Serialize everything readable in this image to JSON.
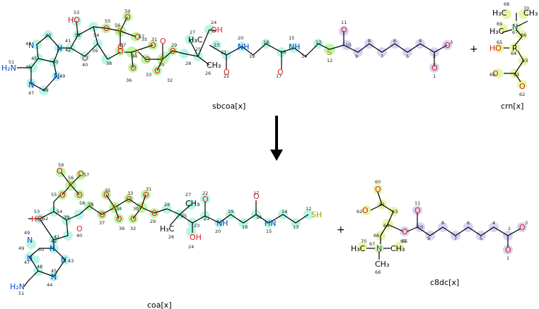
{
  "captions": {
    "sbcoa": "sbcoa[x]",
    "crn": "crn[x]",
    "coa": "coa[x]",
    "c8dc": "c8dc[x]"
  },
  "operators": {
    "plus_top": "+",
    "plus_bottom": "+"
  },
  "highlight_colors": {
    "adenosine": "#b9f5e6",
    "phosphate": "#bff5a6",
    "carnitine": "#e6f7a8",
    "acyl_chain": "#d6d4f5"
  },
  "arrow_direction": "down"
}
